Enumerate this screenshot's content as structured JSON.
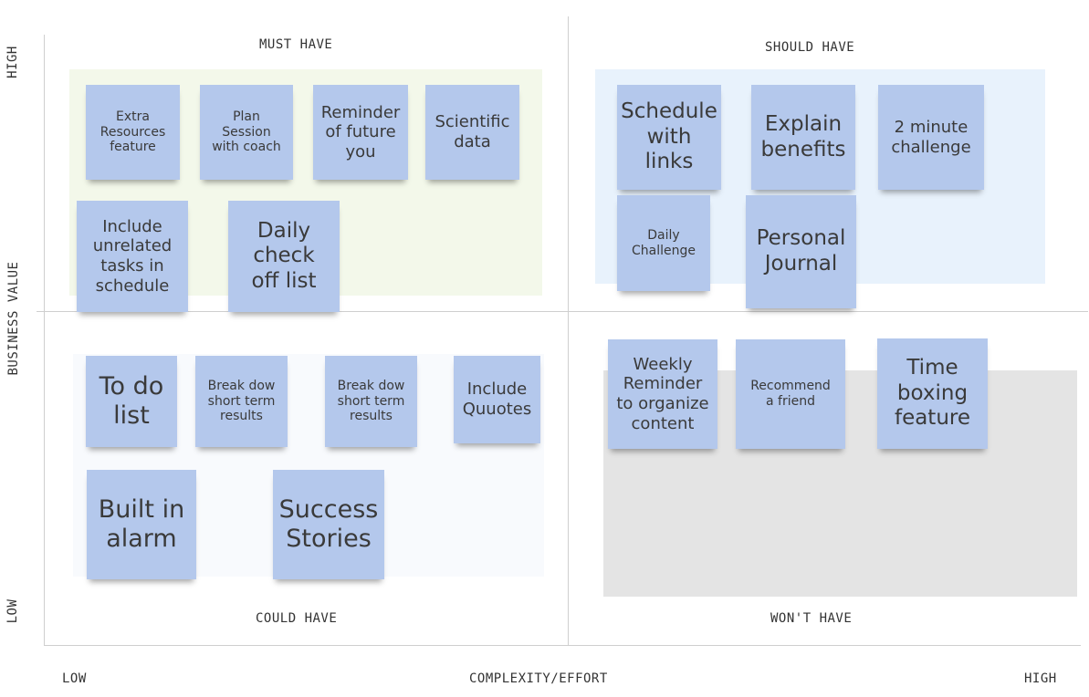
{
  "axes": {
    "y_high": "HIGH",
    "y_title": "BUSINESS VALUE",
    "y_low": "LOW",
    "x_low": "LOW",
    "x_title": "COMPLEXITY/EFFORT",
    "x_high": "HIGH"
  },
  "quadrants": {
    "must_have": "MUST HAVE",
    "should_have": "SHOULD HAVE",
    "could_have": "COULD HAVE",
    "wont_have": "WON'T HAVE"
  },
  "colors": {
    "note": "#b4c8ec",
    "must_zone": "#f3f8ea",
    "should_zone": "#e8f2fc",
    "could_zone": "#f8fafd",
    "wont_zone": "#e4e4e4"
  },
  "notes": {
    "extra_resources": "Extra\nResources\nfeature",
    "plan_session": "Plan\nSession\nwith coach",
    "reminder_future": "Reminder\nof future\nyou",
    "scientific_data": "Scientific\ndata",
    "include_unrelated": "Include\nunrelated\ntasks in\nschedule",
    "daily_checkoff": "Daily\ncheck\noff list",
    "schedule_links": "Schedule\nwith\nlinks",
    "explain_benefits": "Explain\nbenefits",
    "two_minute": "2 minute\nchallenge",
    "daily_challenge": "Daily\nChallenge",
    "personal_journal": "Personal\nJournal",
    "todo_list": "To do\nlist",
    "break_down_1": "Break dow\nshort term\nresults",
    "break_down_2": "Break dow\nshort term\nresults",
    "include_quotes": "Include\nQuuotes",
    "built_in_alarm": "Built in\nalarm",
    "success_stories": "Success\nStories",
    "weekly_reminder": "Weekly\nReminder\nto organize\ncontent",
    "recommend_friend": "Recommend\na friend",
    "time_boxing": "Time\nboxing\nfeature"
  }
}
